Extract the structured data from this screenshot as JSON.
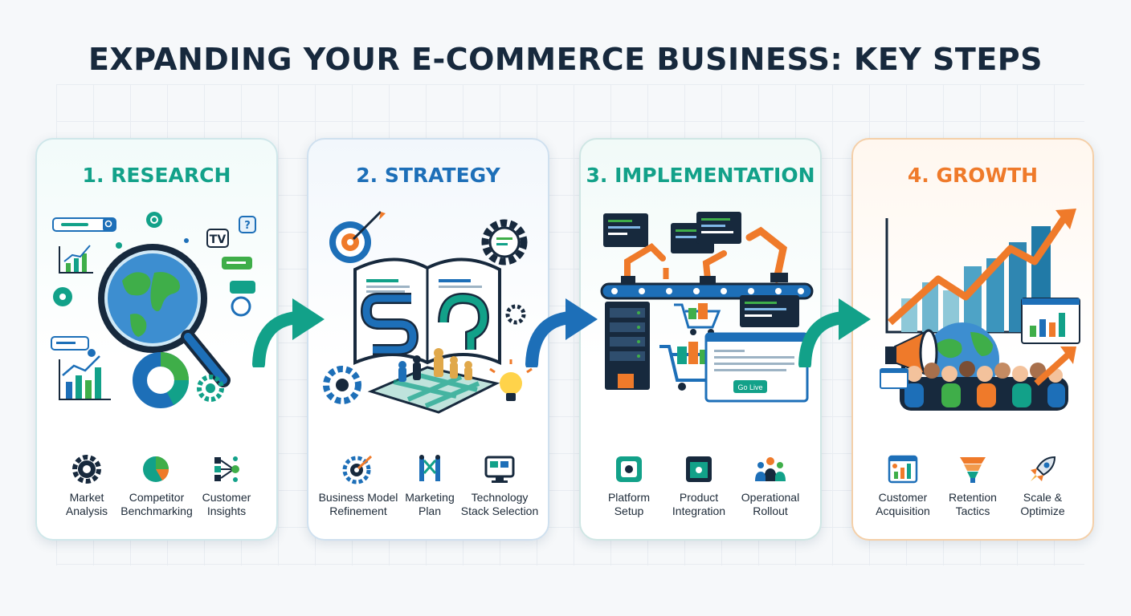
{
  "title": "EXPANDING YOUR E-COMMERCE BUSINESS: KEY STEPS",
  "colors": {
    "teal": "#12a189",
    "blue": "#1d6fb8",
    "navy": "#17293d",
    "orange": "#ef7a2a",
    "green": "#3fae49"
  },
  "steps": [
    {
      "title": "1. RESEARCH",
      "items": [
        {
          "icon": "gear-icon",
          "line1": "Market",
          "line2": "Analysis"
        },
        {
          "icon": "pie-chart-icon",
          "line1": "Competitor",
          "line2": "Benchmarking"
        },
        {
          "icon": "network-icon",
          "line1": "Customer",
          "line2": "Insights"
        }
      ]
    },
    {
      "title": "2. STRATEGY",
      "items": [
        {
          "icon": "target-gear-icon",
          "line1": "Business Model",
          "line2": "Refinement"
        },
        {
          "icon": "roadmap-icon",
          "line1": "Marketing",
          "line2": "Plan"
        },
        {
          "icon": "monitor-icon",
          "line1": "Technology",
          "line2": "Stack Selection"
        }
      ]
    },
    {
      "title": "3. IMPLEMENTATION",
      "art_badge": "Go Live",
      "items": [
        {
          "icon": "platform-icon",
          "line1": "Platform",
          "line2": "Setup"
        },
        {
          "icon": "box-icon",
          "line1": "Product",
          "line2": "Integration"
        },
        {
          "icon": "team-icon",
          "line1": "Operational",
          "line2": "Rollout"
        }
      ]
    },
    {
      "title": "4. GROWTH",
      "items": [
        {
          "icon": "bar-chart-icon",
          "line1": "Customer",
          "line2": "Acquisition"
        },
        {
          "icon": "funnel-icon",
          "line1": "Retention",
          "line2": "Tactics"
        },
        {
          "icon": "rocket-icon",
          "line1": "Scale &",
          "line2": "Optimize"
        }
      ]
    }
  ]
}
